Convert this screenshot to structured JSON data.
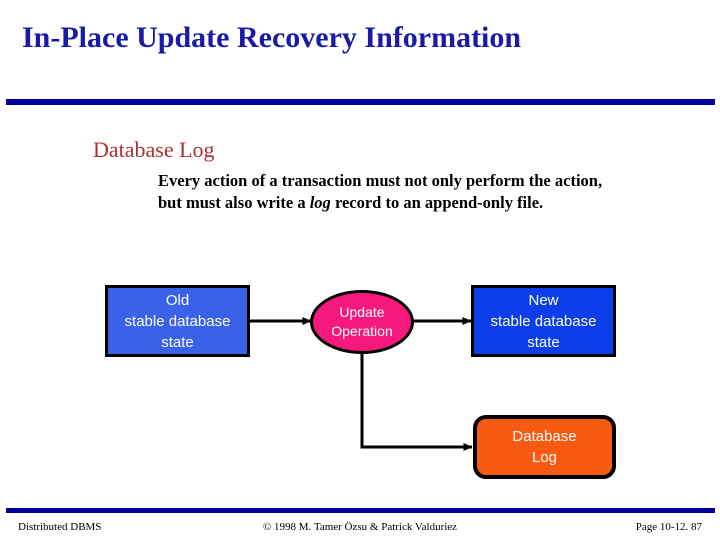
{
  "slide": {
    "title": "In-Place Update Recovery Information",
    "heading": "Database Log",
    "body_before_italic": "Every action of a transaction must not only perform the action, but must also write a ",
    "body_italic": "log",
    "body_after_italic": " record to an append-only file."
  },
  "diagram": {
    "nodes": {
      "old_state": "Old\nstable database\nstate",
      "update_operation": "Update\nOperation",
      "new_state": "New\nstable database\nstate",
      "database_log": "Database\nLog"
    },
    "colors": {
      "old_state_fill": "#3a62e8",
      "new_state_fill": "#0b3ee8",
      "update_operation_fill": "#f5187d",
      "database_log_fill": "#f85a11",
      "node_border": "#000000",
      "node_text": "#ffffff",
      "connector": "#000000"
    },
    "connectors": [
      "old-state-to-update-operation",
      "update-operation-to-new-state",
      "update-operation-to-database-log"
    ]
  },
  "theme": {
    "title_color": "#1a1aa8",
    "heading_color": "#a83232",
    "rule_color": "#00009c",
    "body_color": "#000000",
    "background": "#ffffff"
  },
  "footer": {
    "left": "Distributed DBMS",
    "center": "© 1998 M. Tamer Özsu & Patrick Valduriez",
    "right": "Page 10-12. 87"
  }
}
